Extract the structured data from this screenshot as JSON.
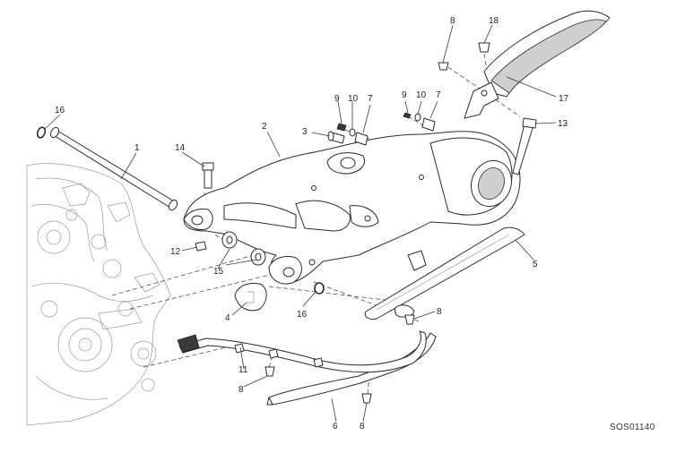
{
  "drawing_code": "SOS01140",
  "callouts": [
    {
      "id": "c1",
      "text": "1"
    },
    {
      "id": "c2",
      "text": "2"
    },
    {
      "id": "c3",
      "text": "3"
    },
    {
      "id": "c4",
      "text": "4"
    },
    {
      "id": "c5",
      "text": "5"
    },
    {
      "id": "c6",
      "text": "6"
    },
    {
      "id": "c7a",
      "text": "7"
    },
    {
      "id": "c7b",
      "text": "7"
    },
    {
      "id": "c8a",
      "text": "8"
    },
    {
      "id": "c8b",
      "text": "8"
    },
    {
      "id": "c8c",
      "text": "8"
    },
    {
      "id": "c8d",
      "text": "8"
    },
    {
      "id": "c9a",
      "text": "9"
    },
    {
      "id": "c9b",
      "text": "9"
    },
    {
      "id": "c10a",
      "text": "10"
    },
    {
      "id": "c10b",
      "text": "10"
    },
    {
      "id": "c11",
      "text": "11"
    },
    {
      "id": "c12",
      "text": "12"
    },
    {
      "id": "c13",
      "text": "13"
    },
    {
      "id": "c14",
      "text": "14"
    },
    {
      "id": "c15",
      "text": "15"
    },
    {
      "id": "c16a",
      "text": "16"
    },
    {
      "id": "c16b",
      "text": "16"
    },
    {
      "id": "c17",
      "text": "17"
    },
    {
      "id": "c18",
      "text": "18"
    }
  ]
}
